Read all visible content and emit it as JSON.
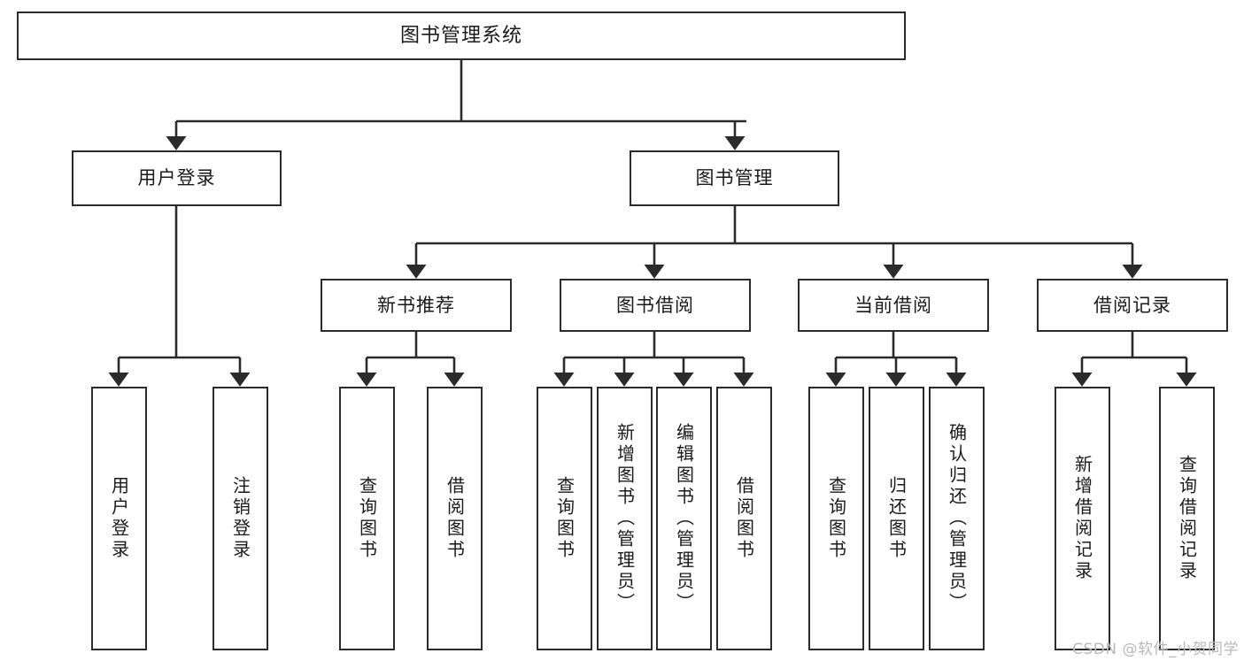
{
  "diagram": {
    "type": "tree-hierarchy",
    "title": "图书管理系统",
    "watermark": "CSDN @软件_小贺同学",
    "colors": {
      "box_border": "#2b2b2b",
      "box_fill": "#ffffff",
      "edge": "#2b2b2b",
      "text": "#1a1a1a",
      "watermark": "#b9b9b9",
      "background": "#ffffff"
    },
    "nodes": {
      "root": {
        "label": "图书管理系统"
      },
      "level1": [
        {
          "label": "用户登录"
        },
        {
          "label": "图书管理"
        }
      ],
      "level2": [
        {
          "label": "新书推荐"
        },
        {
          "label": "图书借阅"
        },
        {
          "label": "当前借阅"
        },
        {
          "label": "借阅记录"
        }
      ],
      "leaves": {
        "user_login": [
          {
            "label": "用户登录"
          },
          {
            "label": "注销登录"
          }
        ],
        "new_book_recommend": [
          {
            "label": "查询图书"
          },
          {
            "label": "借阅图书"
          }
        ],
        "book_borrow": [
          {
            "label": "查询图书"
          },
          {
            "label": "新增图书（管理员）"
          },
          {
            "label": "编辑图书（管理员）"
          },
          {
            "label": "借阅图书"
          }
        ],
        "current_borrow": [
          {
            "label": "查询图书"
          },
          {
            "label": "归还图书"
          },
          {
            "label": "确认归还（管理员）"
          }
        ],
        "borrow_records": [
          {
            "label": "新增借阅记录"
          },
          {
            "label": "查询借阅记录"
          }
        ]
      }
    }
  }
}
